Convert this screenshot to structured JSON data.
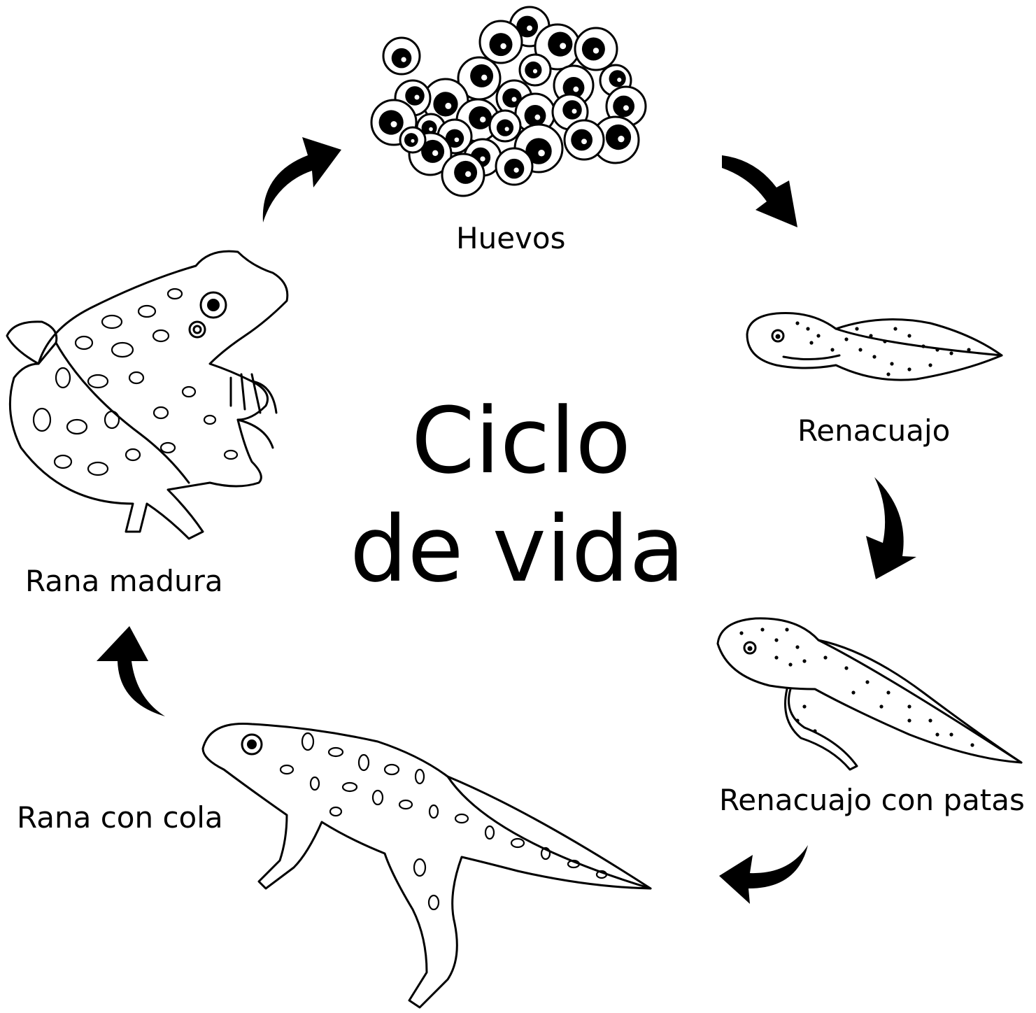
{
  "diagram": {
    "title": {
      "line1": "Ciclo",
      "line2": "de vida"
    },
    "stages": [
      {
        "id": "huevos",
        "label": "Huevos"
      },
      {
        "id": "renacuajo",
        "label": "Renacuajo"
      },
      {
        "id": "renacuajo-patas",
        "label": "Renacuajo con patas"
      },
      {
        "id": "rana-cola",
        "label": "Rana con cola"
      },
      {
        "id": "rana-madura",
        "label": "Rana madura"
      }
    ],
    "colors": {
      "ink": "#000000",
      "background": "#ffffff"
    },
    "icons": {
      "eggs": "frog-eggs-icon",
      "tadpole": "tadpole-icon",
      "tadpole_legs": "tadpole-with-legs-icon",
      "froglet": "froglet-icon",
      "frog": "adult-frog-icon",
      "arrow": "curved-arrow-icon"
    }
  }
}
